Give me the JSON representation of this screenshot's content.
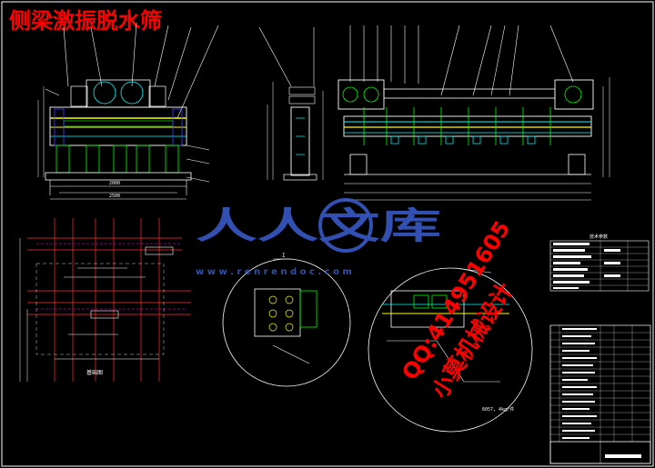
{
  "drawing": {
    "title": "侧梁激振脱水筛",
    "plan_label": "基础图",
    "capacity_label": "6057, 4kg/件",
    "section_mark": "I",
    "tech_table_title": "技术参数"
  },
  "watermarks": {
    "site_cn": "人人文库",
    "site_url": "w w w . r e n r e n d o c . c o m",
    "qq": "QQ:414951605",
    "vendor": "小莫机械设计"
  },
  "colors": {
    "background": "#000000",
    "title": "#ff0000",
    "lines_white": "#ffffff",
    "lines_cyan": "#00ffff",
    "lines_green": "#00ff00",
    "lines_yellow": "#ffff00",
    "lines_blue": "#4040ff",
    "lines_magenta": "#ff00ff",
    "lines_red": "#ff3030",
    "watermark_blue": "#3a5fd0"
  }
}
